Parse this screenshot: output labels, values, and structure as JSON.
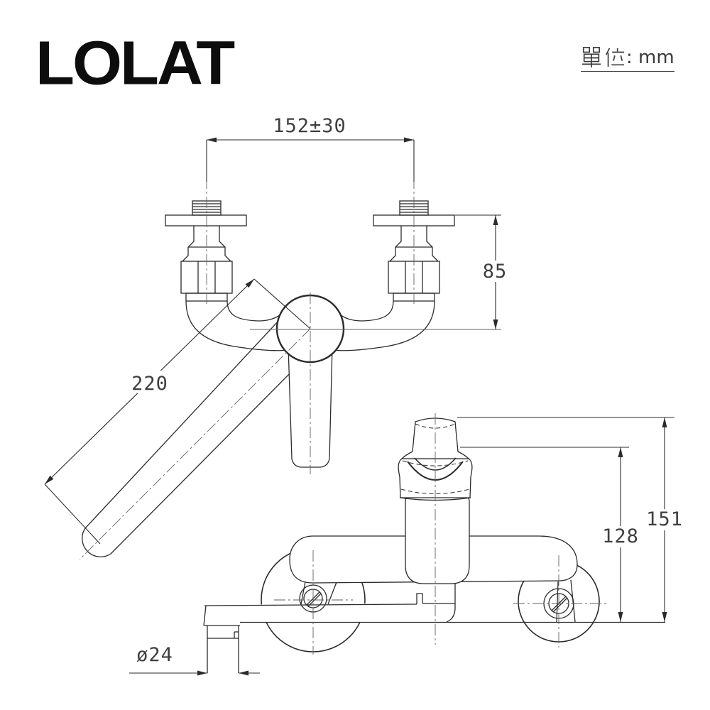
{
  "header": {
    "logo_text": "LOLAT",
    "unit_label": "單位: mm",
    "unit_suffix": ": mm"
  },
  "drawing": {
    "dimensions": {
      "inlet_spacing": "152±30",
      "wall_to_center_height": "85",
      "spout_length": "220",
      "cartridge_height": "128",
      "total_height": "151",
      "outlet_diameter": "ø24"
    }
  },
  "colors": {
    "line": "#2b2b2b",
    "dim_text": "#3f3f3f",
    "logo": "#0d0d0d"
  }
}
